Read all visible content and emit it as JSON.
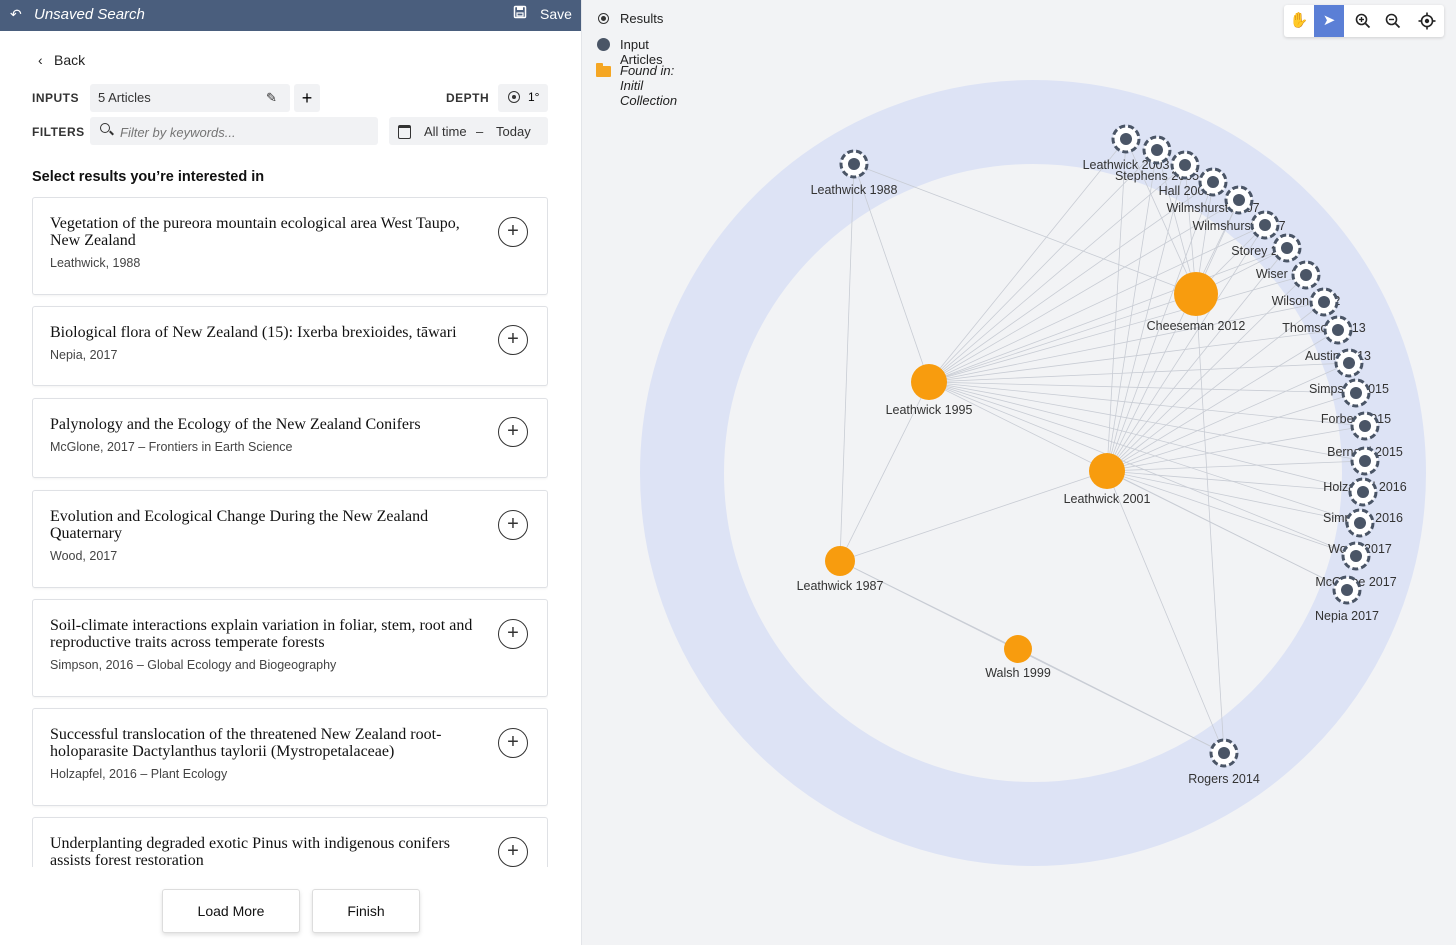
{
  "topbar": {
    "title": "Unsaved Search",
    "save_label": "Save"
  },
  "nav": {
    "back_label": "Back"
  },
  "inputs": {
    "label": "INPUTS",
    "value": "5 Articles"
  },
  "depth": {
    "label": "DEPTH",
    "value": "1°"
  },
  "filters": {
    "label": "FILTERS",
    "placeholder": "Filter by keywords...",
    "date_from": "All time",
    "date_sep": "–",
    "date_to": "Today"
  },
  "results_heading": "Select results you’re interested in",
  "results": [
    {
      "title": "Vegetation of the pureora mountain ecological area West Taupo, New Zealand",
      "meta": "Leathwick, 1988"
    },
    {
      "title": "Biological flora of New Zealand (15): Ixerba brexioides, tāwari",
      "meta": "Nepia, 2017"
    },
    {
      "title": "Palynology and the Ecology of the New Zealand Conifers",
      "meta": "McGlone, 2017 – Frontiers in Earth Science"
    },
    {
      "title": "Evolution and Ecological Change During the New Zealand Quaternary",
      "meta": "Wood, 2017"
    },
    {
      "title": "Soil-climate interactions explain variation in foliar, stem, root and reproductive traits across temperate forests",
      "meta": "Simpson, 2016 – Global Ecology and Biogeography"
    },
    {
      "title": "Successful translocation of the threatened New Zealand root-holoparasite Dactylanthus taylorii (Mystropetalaceae)",
      "meta": "Holzapfel, 2016 – Plant Ecology"
    },
    {
      "title": "Underplanting degraded exotic Pinus with indigenous conifers assists forest restoration",
      "meta": ""
    }
  ],
  "buttons": {
    "load_more": "Load More",
    "finish": "Finish"
  },
  "legend": {
    "results": "Results",
    "inputs": "Input Articles",
    "found_in": "Found in: Initil Collection"
  },
  "colors": {
    "accent": "#5b7fd6",
    "input_node": "#f89c0e",
    "result_node": "#4a5566",
    "ring": "#dde3f5",
    "topbar": "#4a5e7d"
  },
  "graph": {
    "input_nodes": [
      "Cheeseman 2012",
      "Leathwick 1995",
      "Leathwick 2001",
      "Leathwick 1987",
      "Walsh 1999"
    ],
    "result_nodes": [
      "Leathwick 1988",
      "Leathwick 2003",
      "Stephens 2005",
      "Hall 2006",
      "Wilmshurst 2007",
      "Wilmshurst 2007",
      "Storey 2009",
      "Wiser 2011",
      "Wilson 2012",
      "Thomson 2013",
      "Austin 2013",
      "Simpson 2015",
      "Forbes 2015",
      "Bernard 2015",
      "Holzapfel 2016",
      "Simpson 2016",
      "Wood 2017",
      "McGlone 2017",
      "Nepia 2017",
      "Rogers 2014"
    ]
  }
}
